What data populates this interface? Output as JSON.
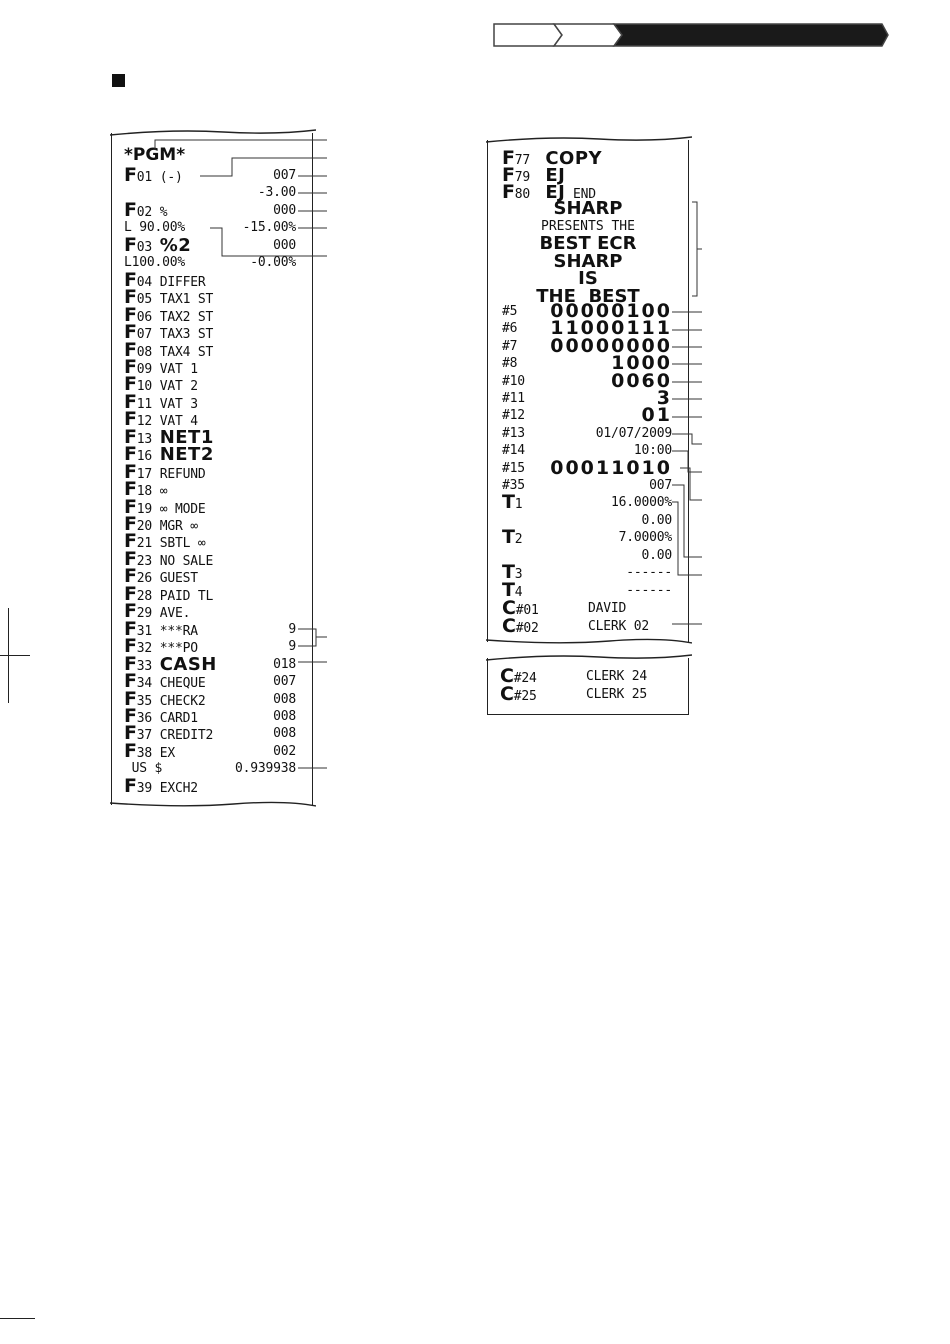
{
  "left_receipt": {
    "header": "*PGM*",
    "rows": [
      {
        "f": "F",
        "code": "01",
        "label": "(-)",
        "big": false,
        "value": "007"
      },
      {
        "f": "",
        "code": "",
        "label": "",
        "big": false,
        "value": "-3.00"
      },
      {
        "f": "F",
        "code": "02",
        "label": "%",
        "big": false,
        "value": "000"
      },
      {
        "f": "",
        "code": "",
        "label": "L 90.00%",
        "big": false,
        "value": "-15.00%"
      },
      {
        "f": "F",
        "code": "03",
        "label": "%2",
        "big": true,
        "value": "000"
      },
      {
        "f": "",
        "code": "",
        "label": "L100.00%",
        "big": false,
        "value": "-0.00%"
      },
      {
        "f": "F",
        "code": "04",
        "label": "DIFFER",
        "big": false,
        "value": ""
      },
      {
        "f": "F",
        "code": "05",
        "label": "TAX1 ST",
        "big": false,
        "value": ""
      },
      {
        "f": "F",
        "code": "06",
        "label": "TAX2 ST",
        "big": false,
        "value": ""
      },
      {
        "f": "F",
        "code": "07",
        "label": "TAX3 ST",
        "big": false,
        "value": ""
      },
      {
        "f": "F",
        "code": "08",
        "label": "TAX4 ST",
        "big": false,
        "value": ""
      },
      {
        "f": "F",
        "code": "09",
        "label": "VAT 1",
        "big": false,
        "value": ""
      },
      {
        "f": "F",
        "code": "10",
        "label": "VAT 2",
        "big": false,
        "value": ""
      },
      {
        "f": "F",
        "code": "11",
        "label": "VAT 3",
        "big": false,
        "value": ""
      },
      {
        "f": "F",
        "code": "12",
        "label": "VAT 4",
        "big": false,
        "value": ""
      },
      {
        "f": "F",
        "code": "13",
        "label": "NET1",
        "big": true,
        "value": ""
      },
      {
        "f": "F",
        "code": "16",
        "label": "NET2",
        "big": true,
        "value": ""
      },
      {
        "f": "F",
        "code": "17",
        "label": "REFUND",
        "big": false,
        "value": ""
      },
      {
        "f": "F",
        "code": "18",
        "label": "∞",
        "big": false,
        "value": ""
      },
      {
        "f": "F",
        "code": "19",
        "label": "∞ MODE",
        "big": false,
        "value": ""
      },
      {
        "f": "F",
        "code": "20",
        "label": "MGR ∞",
        "big": false,
        "value": ""
      },
      {
        "f": "F",
        "code": "21",
        "label": "SBTL ∞",
        "big": false,
        "value": ""
      },
      {
        "f": "F",
        "code": "23",
        "label": "NO SALE",
        "big": false,
        "value": ""
      },
      {
        "f": "F",
        "code": "26",
        "label": "GUEST",
        "big": false,
        "value": ""
      },
      {
        "f": "F",
        "code": "28",
        "label": "PAID TL",
        "big": false,
        "value": ""
      },
      {
        "f": "F",
        "code": "29",
        "label": "AVE.",
        "big": false,
        "value": ""
      },
      {
        "f": "F",
        "code": "31",
        "label": "***RA",
        "big": false,
        "value": "9"
      },
      {
        "f": "F",
        "code": "32",
        "label": "***PO",
        "big": false,
        "value": "9"
      },
      {
        "f": "F",
        "code": "33",
        "label": "CASH",
        "big": true,
        "value": "018"
      },
      {
        "f": "F",
        "code": "34",
        "label": "CHEQUE",
        "big": false,
        "value": "007"
      },
      {
        "f": "F",
        "code": "35",
        "label": "CHECK2",
        "big": false,
        "value": "008"
      },
      {
        "f": "F",
        "code": "36",
        "label": "CARD1",
        "big": false,
        "value": "008"
      },
      {
        "f": "F",
        "code": "37",
        "label": "CREDIT2",
        "big": false,
        "value": "008"
      },
      {
        "f": "F",
        "code": "38",
        "label": "EX",
        "big": false,
        "value": "002"
      },
      {
        "f": "",
        "code": "",
        "label": " US $",
        "big": false,
        "value": "0.939938"
      },
      {
        "f": "F",
        "code": "39",
        "label": "EXCH2",
        "big": false,
        "value": ""
      }
    ]
  },
  "right_receipt": {
    "top_rows": [
      {
        "f": "F",
        "code": "77",
        "label": "COPY",
        "tail": ""
      },
      {
        "f": "F",
        "code": "79",
        "label": "EJ",
        "tail": ""
      },
      {
        "f": "F",
        "code": "80",
        "label": "EJ",
        "tail": "END"
      }
    ],
    "logo_lines": [
      {
        "text": "SHARP",
        "big": true
      },
      {
        "text": "PRESENTS THE",
        "big": false
      },
      {
        "text": "BEST ECR",
        "big": true
      },
      {
        "text": "SHARP",
        "big": true
      },
      {
        "text": "IS",
        "big": true
      },
      {
        "text": "THE  BEST",
        "big": true
      }
    ],
    "params": [
      {
        "label": "#5",
        "value": "00000100",
        "big": true
      },
      {
        "label": "#6",
        "value": "11000111",
        "big": true
      },
      {
        "label": "#7",
        "value": "00000000",
        "big": true
      },
      {
        "label": "#8",
        "value": "1000",
        "big": true
      },
      {
        "label": "#10",
        "value": "0060",
        "big": true
      },
      {
        "label": "#11",
        "value": "3",
        "big": true
      },
      {
        "label": "#12",
        "value": "01",
        "big": true
      },
      {
        "label": "#13",
        "value": "01/07/2009",
        "big": false
      },
      {
        "label": "#14",
        "value": "10:00",
        "big": false
      },
      {
        "label": "#15",
        "value": "00011010",
        "big": true
      },
      {
        "label": "#35",
        "value": "007",
        "big": false
      }
    ],
    "taxes": [
      {
        "label": "T",
        "num": "1",
        "value": "16.0000%"
      },
      {
        "label": "",
        "num": "",
        "value": "0.00"
      },
      {
        "label": "T",
        "num": "2",
        "value": "7.0000%"
      },
      {
        "label": "",
        "num": "",
        "value": "0.00"
      },
      {
        "label": "T",
        "num": "3",
        "value": "------"
      },
      {
        "label": "T",
        "num": "4",
        "value": "------"
      }
    ],
    "clerks": [
      {
        "code": "#01",
        "name": "DAVID"
      },
      {
        "code": "#02",
        "name": "CLERK 02"
      }
    ]
  },
  "clerk_receipt": {
    "clerks": [
      {
        "code": "#24",
        "name": "CLERK 24"
      },
      {
        "code": "#25",
        "name": "CLERK 25"
      }
    ]
  }
}
